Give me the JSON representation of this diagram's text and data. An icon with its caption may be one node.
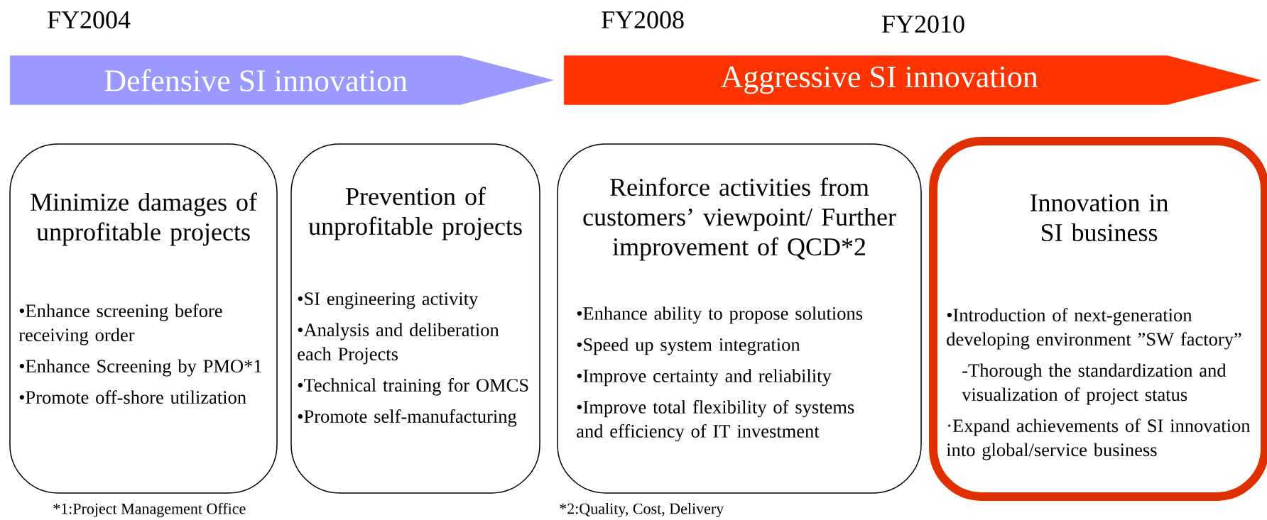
{
  "diagram": {
    "nodes": [
      {
        "text": [
          "Defensive SI innovation"
        ]
      },
      {
        "text": [
          "Aggressive SI innovation"
        ]
      },
      {
        "text": [
          "Minimize damages of unprofitable projects",
          "•Enhance screening before receiving order",
          "•Enhance Screening by PMO*1",
          "•Promote off-shore utilization"
        ]
      },
      {
        "text": [
          "Prevention of unprofitable projects",
          "•SI engineering activity",
          "•Analysis and deliberation each Projects",
          "•Technical training for OMCS",
          "•Promote self-manufacturing"
        ]
      },
      {
        "text": [
          "Reinforce activities from customers’ viewpoint/ Further improvement of QCD*2",
          "•Enhance ability to propose solutions",
          "•Speed up system integration",
          "•Improve certainty and reliability",
          "•Improve total flexibility of systems and efficiency of IT investment"
        ]
      },
      {
        "text": [
          "Innovation in SI business",
          "•Introduction of next-generation developing environment ”SW factory”",
          "-Thorough the standardization and visualization of project status",
          "·Expand achievements of SI innovation into global/service business"
        ]
      }
    ],
    "labels": [
      "FY2004",
      "FY2008",
      "FY2010",
      "*1:Project Management Office",
      "*2:Quality, Cost, Delivery"
    ]
  }
}
